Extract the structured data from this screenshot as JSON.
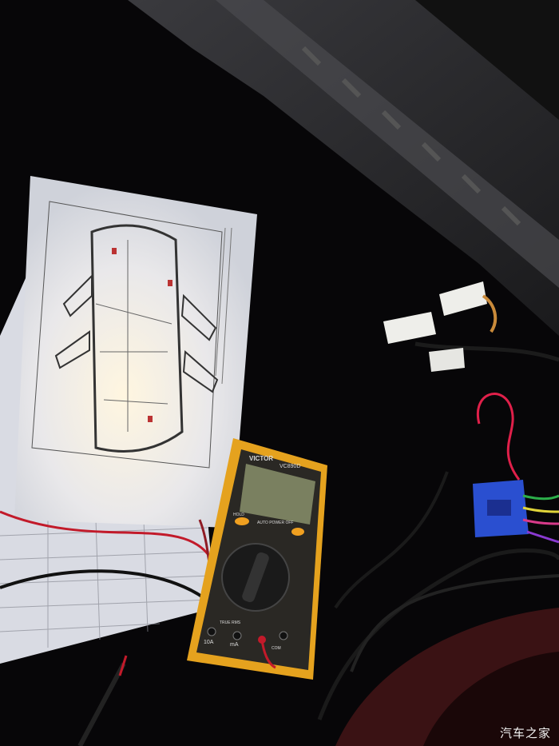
{
  "photo": {
    "watermark": "汽车之家",
    "multimeter": {
      "brand": "VICTOR",
      "model": "VC890D",
      "hold_label": "HOLD",
      "auto_power_off_label": "AUTO POWER OFF",
      "true_rms_label": "TRUE RMS",
      "jack_10a_label": "10A",
      "jack_ma_label": "mA",
      "jack_com_label": "COM"
    }
  }
}
